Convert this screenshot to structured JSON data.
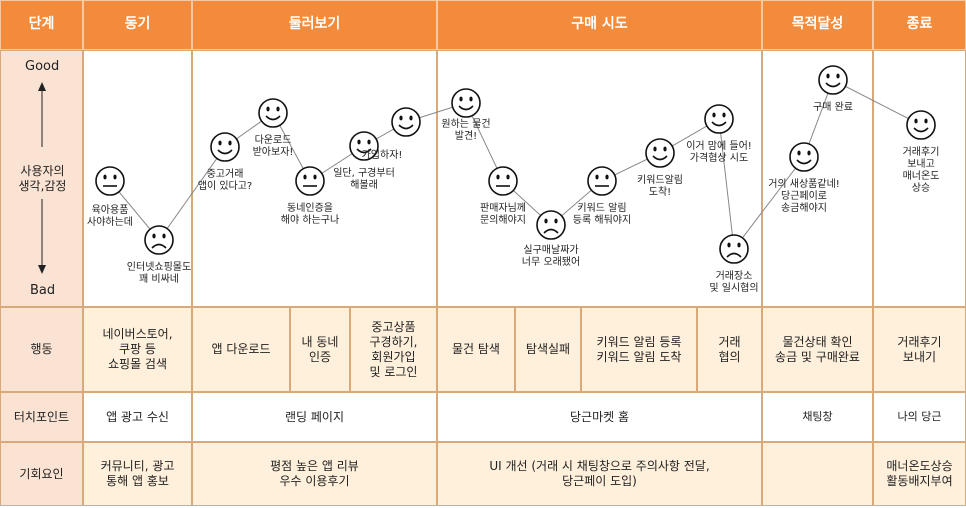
{
  "header": {
    "stage": "단계",
    "columns": [
      "동기",
      "둘러보기",
      "구매 시도",
      "목적달성",
      "종료"
    ]
  },
  "emotion_row": {
    "good": "Good",
    "bad": "Bad",
    "title": "사용자의\n생각,감정",
    "points": [
      {
        "mood": "neutral",
        "label": "육아용품\n사야하는데"
      },
      {
        "mood": "sad",
        "label": "인터넷쇼핑몰도\n꽤 비싸네"
      },
      {
        "mood": "happy",
        "label": "중고거래\n앱이 있다고?"
      },
      {
        "mood": "happy",
        "label": "다운로드\n받아보자!"
      },
      {
        "mood": "neutral",
        "label": "동네인증을\n해야 하는구나"
      },
      {
        "mood": "happy",
        "label": "일단, 구경부터\n해볼래"
      },
      {
        "mood": "happy",
        "label": "가입하자!"
      },
      {
        "mood": "happy",
        "label": "원하는 물건\n발견!"
      },
      {
        "mood": "neutral",
        "label": "판매자님께\n문의해야지"
      },
      {
        "mood": "sad",
        "label": "실구매날짜가\n너무 오래됐어"
      },
      {
        "mood": "neutral",
        "label": "키워드 알림\n등록 해둬야지"
      },
      {
        "mood": "happy",
        "label": "키워드알림\n도착!"
      },
      {
        "mood": "happy",
        "label": "이거 맘에 들어!\n가격협상 시도"
      },
      {
        "mood": "sad",
        "label": "거래장소\n및 일시협의"
      },
      {
        "mood": "happy",
        "label": "거의 새상품같네!\n당근페이로\n송금해야지"
      },
      {
        "mood": "happy",
        "label": "구매 완료"
      },
      {
        "mood": "happy",
        "label": "거래후기 보내고\n매너온도 상승"
      }
    ]
  },
  "action_row": {
    "title": "행동",
    "cells": [
      "네이버스토어,\n쿠팡 등\n쇼핑몰 검색",
      "앱 다운로드",
      "내 동네\n인증",
      "중고상품\n구경하기,\n회원가입\n및 로그인",
      "물건 탐색",
      "탐색실패",
      "키워드 알림 등록\n키워드 알림 도착",
      "거래\n협의",
      "물건상태 확인\n송금 및 구매완료",
      "거래후기\n보내기"
    ]
  },
  "touch_row": {
    "title": "터치포인트",
    "cells": [
      "앱 광고 수신",
      "랜딩 페이지",
      "당근마켓 홈",
      "채팅창",
      "나의 당근"
    ]
  },
  "opportunity_row": {
    "title": "기회요인",
    "cells": [
      "커뮤니티, 광고\n통해 앱 홍보",
      "평점 높은 앱 리뷰\n우수 이용후기",
      "UI 개선 (거래 시 채팅창으로 주의사항 전달,\n당근페이 도입)",
      "",
      "매너온도상승\n활동배지부여"
    ]
  },
  "colors": {
    "header": "#f28b3c",
    "side": "#fbe3d4",
    "light": "#fff0dc",
    "line": "#888888"
  }
}
